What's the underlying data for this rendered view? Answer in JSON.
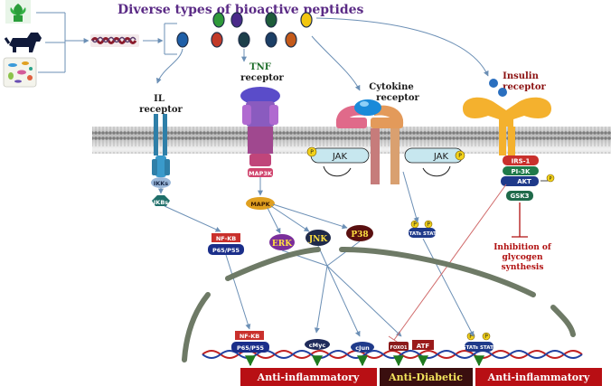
{
  "title": "Diverse types of bioactive peptides",
  "receptors": {
    "il": [
      "IL",
      "receptor"
    ],
    "tnf": [
      "TNF",
      "receptor"
    ],
    "cytokine": [
      "Cytokine",
      "receptor"
    ],
    "insulin": [
      "Insulin",
      "receptor"
    ]
  },
  "il_path": {
    "ikks": "IKKs",
    "ikbs": "IKBs",
    "nfkb": "NF-KB",
    "p65": "P65/P55"
  },
  "tnf_path": {
    "map3k": "MAP3K",
    "mapk": "MAPK",
    "erk": "ERK",
    "jnk": "JNK",
    "p38": "P38"
  },
  "cytokine_path": {
    "jak_left": "JAK",
    "jak_right": "JAK",
    "p": "P",
    "stat": "STATs STATs"
  },
  "insulin_path": {
    "irs1": "IRS-1",
    "pi3k": "PI-3K",
    "akt": "AKT",
    "gsk3": "GSK3",
    "inhibition": [
      "Inhibition of",
      "glycogen",
      "synthesis"
    ]
  },
  "nucleus": {
    "nfkb": "NF-KB",
    "p65": "P65/P55",
    "cmyc": "cMyc",
    "cjun": "cJun",
    "foxo": "FOXO1",
    "atf": "ATF",
    "stat": "STATs STATs"
  },
  "outcomes": {
    "left": "Anti-inflammatory",
    "middle": "Anti-Diabetic",
    "right": "Anti-inflammatory"
  },
  "colors": {
    "title": "#5b2b86",
    "outcome_red": "#b80f14",
    "outcome_dark": "#3a0f0f",
    "outcome_text_mid": "#f2e35c",
    "membrane": "#8c8c8c",
    "nucleus": "#6e7a66",
    "arrow": "#6b8fb5"
  },
  "icons": [
    "plant-icon",
    "dog-icon",
    "microbe-icon",
    "peptide-chain-icon"
  ]
}
